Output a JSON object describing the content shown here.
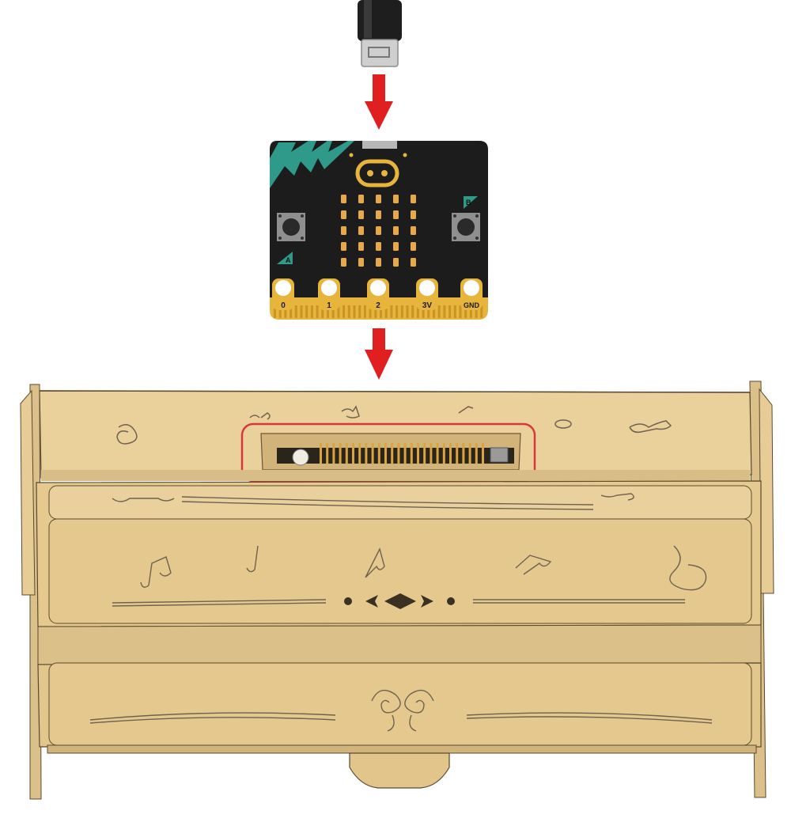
{
  "figure": {
    "type": "assembly-illustration",
    "steps": [
      "usb-cable",
      "microbit-board",
      "wooden-music-box-slot"
    ],
    "arrow_color": "#e02020",
    "highlight_color": "#d8373b"
  },
  "board": {
    "pins": [
      {
        "label": "0"
      },
      {
        "label": "1"
      },
      {
        "label": "2"
      },
      {
        "label": "3V"
      },
      {
        "label": "GND"
      }
    ],
    "button_a": "A",
    "button_b": "B",
    "led_rows": 5,
    "led_cols": 5,
    "colors": {
      "pcb": "#1c1c1c",
      "accent": "#2f9a8a",
      "gold": "#e7b53c"
    }
  },
  "box": {
    "colors": {
      "wood": "#e7cc95",
      "wood_dark": "#c9aa6b",
      "outline": "#5a4a30"
    }
  }
}
